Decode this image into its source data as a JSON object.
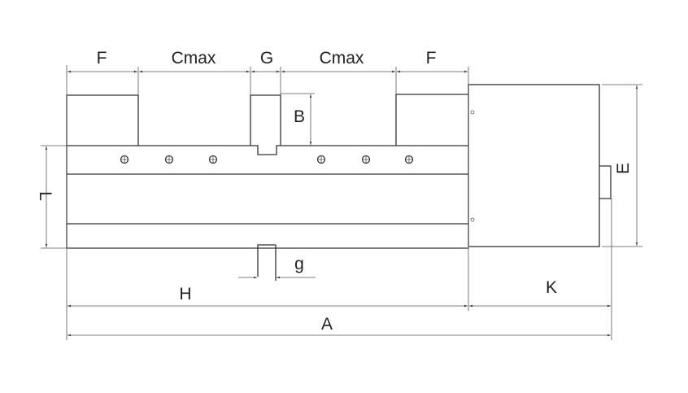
{
  "labels": {
    "F_left": "F",
    "Cmax_left": "Cmax",
    "G": "G",
    "Cmax_right": "Cmax",
    "F_right": "F",
    "B": "B",
    "E": "E",
    "L": "L",
    "g": "g",
    "H": "H",
    "K": "K",
    "A": "A"
  }
}
